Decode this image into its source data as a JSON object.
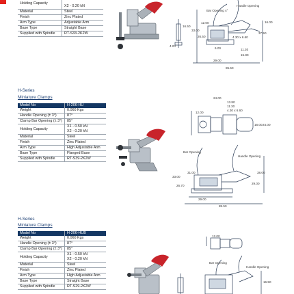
{
  "sections": [
    {
      "title": "",
      "subtitle": "",
      "rows": [
        {
          "label": "Holding Capacity",
          "values": [
            "X2 - 0.20 kN"
          ]
        },
        {
          "label": "Material",
          "values": [
            "Steel"
          ]
        },
        {
          "label": "Finish",
          "values": [
            "Zinc Plated"
          ]
        },
        {
          "label": "Arm Type",
          "values": [
            "Adjustable Arm"
          ]
        },
        {
          "label": "Base Type",
          "values": [
            "Straight Base"
          ]
        },
        {
          "label": "Supplied with Spindle",
          "values": [
            "RT-S33-2K2W"
          ]
        }
      ],
      "dims": [
        "Bar Opening 4°",
        "Handle Opening",
        "16.50",
        "33.00",
        "26.50",
        "12.00",
        "4.00",
        "6.00",
        "4.30 x 6.60",
        "11.30",
        "15.80",
        "29.00",
        "85.50",
        "37.50",
        "16.00"
      ]
    },
    {
      "title": "H-Series",
      "subtitle": "Miniature Clamps",
      "header": {
        "label": "Model No",
        "value": "H-206-HU"
      },
      "rows": [
        {
          "label": "Weight",
          "values": [
            "0.060 Kgs"
          ]
        },
        {
          "label": "Handle Opening (± 3°)",
          "values": [
            "87°"
          ]
        },
        {
          "label": "Clamp Bar Opening (± 3°)",
          "values": [
            "85°"
          ]
        },
        {
          "label": "Holding Capacity",
          "values": [
            "X1 - 0.50 kN",
            "X2 - 0.20 kN"
          ]
        },
        {
          "label": "Material",
          "values": [
            "Steel"
          ]
        },
        {
          "label": "Finish",
          "values": [
            "Zinc Plated"
          ]
        },
        {
          "label": "Arm Type",
          "values": [
            "High Adjustable Arm"
          ]
        },
        {
          "label": "Base Type",
          "values": [
            "Flanged Base"
          ]
        },
        {
          "label": "Supplied with Spindle",
          "values": [
            "RT-S39-2K2W"
          ]
        }
      ],
      "dims": [
        "24.00",
        "13.80",
        "11.30",
        "4.30 x 6.60",
        "12.00",
        "16.00",
        "24.00",
        "Bar Opening",
        "Handle Opening",
        "38.00",
        "33.00",
        "26.70",
        "31.00",
        "29.00",
        "29.00",
        "85.50"
      ]
    },
    {
      "title": "H-Series",
      "subtitle": "Miniature Clamps",
      "header": {
        "label": "Model No",
        "value": "H-206-HUB"
      },
      "rows": [
        {
          "label": "Weight",
          "values": [
            "0.060 Kgs"
          ]
        },
        {
          "label": "Handle Opening (± 3°)",
          "values": [
            "87°"
          ]
        },
        {
          "label": "Clamp Bar Opening (± 3°)",
          "values": [
            "85°"
          ]
        },
        {
          "label": "Holding Capacity",
          "values": [
            "X1 - 0.50 kN",
            "X2 - 0.20 kN"
          ]
        },
        {
          "label": "Material",
          "values": [
            "Steel"
          ]
        },
        {
          "label": "Finish",
          "values": [
            "Zinc Plated"
          ]
        },
        {
          "label": "Arm Type",
          "values": [
            "High Adjustable Arm"
          ]
        },
        {
          "label": "Base Type",
          "values": [
            "Straight Base"
          ]
        },
        {
          "label": "Supplied with Spindle",
          "values": [
            "RT-S29-2K2W"
          ]
        }
      ],
      "dims": [
        "12.00",
        "Bar Opening",
        "Handle Opening",
        "16.50"
      ]
    }
  ],
  "colors": {
    "header_navy": "#143763",
    "title_blue": "#1d3f73",
    "handle_red": "#c8242b",
    "tab_red": "#e3221c",
    "drawing_line": "#2a3b55"
  }
}
